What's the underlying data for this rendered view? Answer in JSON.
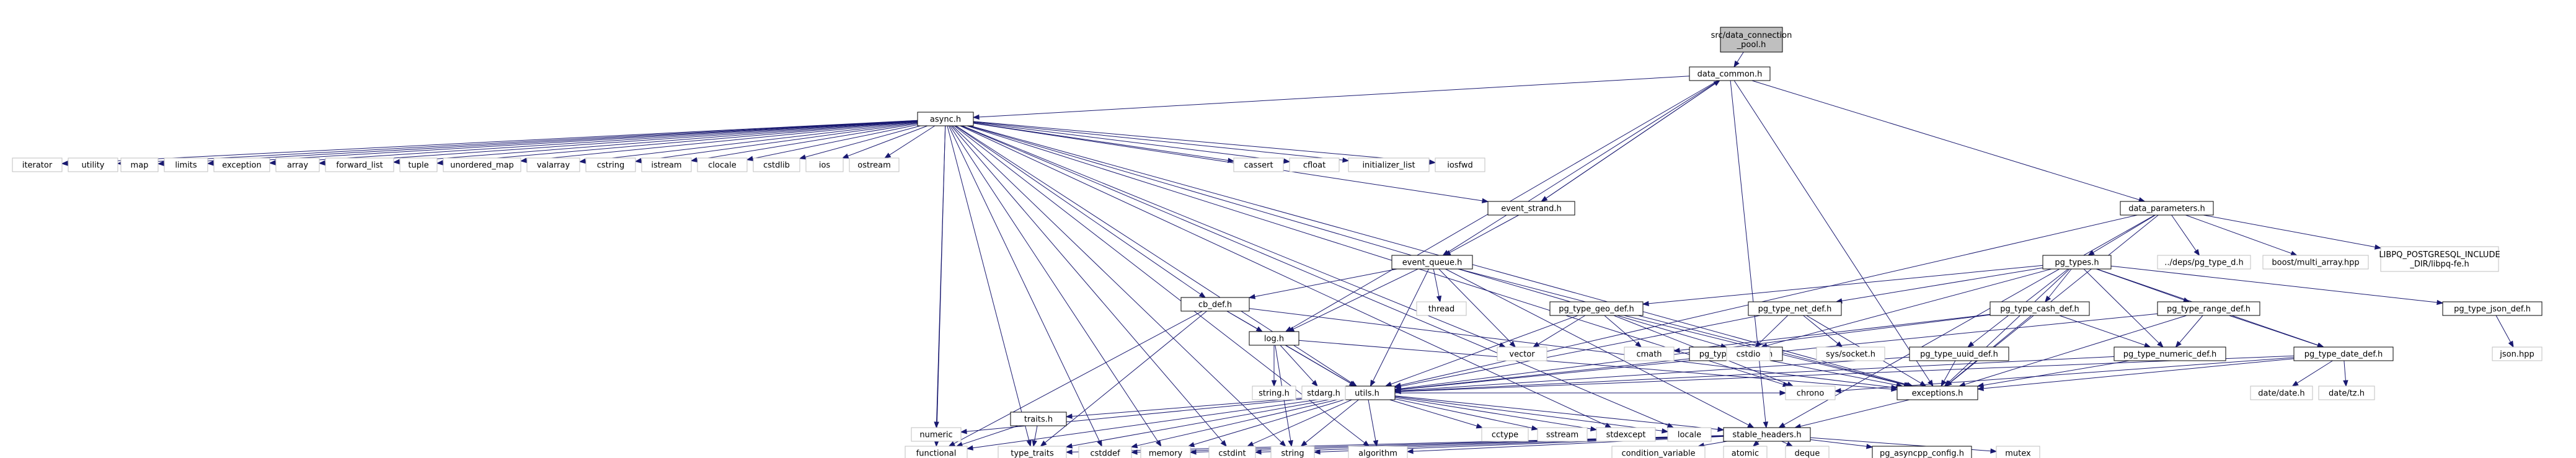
{
  "graph": {
    "colors": {
      "edge": "#191970",
      "node_fill": "#ffffff",
      "root_fill": "#bfbfbf",
      "external_border": "#bfbfbf",
      "file_border": "#000000"
    },
    "nodes": [
      {
        "id": "data_connection_pool",
        "lines": [
          "src/data_connection",
          "_pool.h"
        ],
        "kind": "root"
      },
      {
        "id": "data_common",
        "lines": [
          "data_common.h"
        ],
        "kind": "file"
      },
      {
        "id": "async",
        "lines": [
          "async.h"
        ],
        "kind": "file"
      },
      {
        "id": "event_strand",
        "lines": [
          "event_strand.h"
        ],
        "kind": "file"
      },
      {
        "id": "data_parameters",
        "lines": [
          "data_parameters.h"
        ],
        "kind": "file"
      },
      {
        "id": "event_queue",
        "lines": [
          "event_queue.h"
        ],
        "kind": "file"
      },
      {
        "id": "cb_def",
        "lines": [
          "cb_def.h"
        ],
        "kind": "file"
      },
      {
        "id": "log",
        "lines": [
          "log.h"
        ],
        "kind": "file"
      },
      {
        "id": "utils",
        "lines": [
          "utils.h"
        ],
        "kind": "file"
      },
      {
        "id": "exceptions",
        "lines": [
          "exceptions.h"
        ],
        "kind": "file"
      },
      {
        "id": "stable_headers",
        "lines": [
          "stable_headers.h"
        ],
        "kind": "file"
      },
      {
        "id": "traits",
        "lines": [
          "traits.h"
        ],
        "kind": "file"
      },
      {
        "id": "pg_types",
        "lines": [
          "pg_types.h"
        ],
        "kind": "file"
      },
      {
        "id": "pg_type_geo_def",
        "lines": [
          "pg_type_geo_def.h"
        ],
        "kind": "file"
      },
      {
        "id": "pg_type_net_def",
        "lines": [
          "pg_type_net_def.h"
        ],
        "kind": "file"
      },
      {
        "id": "pg_type_sys_def",
        "lines": [
          "pg_type_sys_def.h"
        ],
        "kind": "file"
      },
      {
        "id": "pg_type_uuid_def",
        "lines": [
          "pg_type_uuid_def.h"
        ],
        "kind": "file"
      },
      {
        "id": "pg_type_cash_def",
        "lines": [
          "pg_type_cash_def.h"
        ],
        "kind": "file"
      },
      {
        "id": "pg_type_range_def",
        "lines": [
          "pg_type_range_def.h"
        ],
        "kind": "file"
      },
      {
        "id": "pg_type_numeric_def",
        "lines": [
          "pg_type_numeric_def.h"
        ],
        "kind": "file"
      },
      {
        "id": "pg_type_date_def",
        "lines": [
          "pg_type_date_def.h"
        ],
        "kind": "file"
      },
      {
        "id": "pg_type_json_def",
        "lines": [
          "pg_type_json_def.h"
        ],
        "kind": "file"
      },
      {
        "id": "pg_asyncpp_config",
        "lines": [
          "pg_asyncpp_config.h"
        ],
        "kind": "file"
      },
      {
        "id": "iterator",
        "lines": [
          "iterator"
        ],
        "kind": "external"
      },
      {
        "id": "utility",
        "lines": [
          "utility"
        ],
        "kind": "external"
      },
      {
        "id": "map",
        "lines": [
          "map"
        ],
        "kind": "external"
      },
      {
        "id": "limits",
        "lines": [
          "limits"
        ],
        "kind": "external"
      },
      {
        "id": "exception",
        "lines": [
          "exception"
        ],
        "kind": "external"
      },
      {
        "id": "array",
        "lines": [
          "array"
        ],
        "kind": "external"
      },
      {
        "id": "forward_list",
        "lines": [
          "forward_list"
        ],
        "kind": "external"
      },
      {
        "id": "tuple",
        "lines": [
          "tuple"
        ],
        "kind": "external"
      },
      {
        "id": "unordered_map",
        "lines": [
          "unordered_map"
        ],
        "kind": "external"
      },
      {
        "id": "valarray",
        "lines": [
          "valarray"
        ],
        "kind": "external"
      },
      {
        "id": "cstring",
        "lines": [
          "cstring"
        ],
        "kind": "external"
      },
      {
        "id": "istream",
        "lines": [
          "istream"
        ],
        "kind": "external"
      },
      {
        "id": "clocale",
        "lines": [
          "clocale"
        ],
        "kind": "external"
      },
      {
        "id": "cstdlib",
        "lines": [
          "cstdlib"
        ],
        "kind": "external"
      },
      {
        "id": "ios",
        "lines": [
          "ios"
        ],
        "kind": "external"
      },
      {
        "id": "ostream",
        "lines": [
          "ostream"
        ],
        "kind": "external"
      },
      {
        "id": "cassert",
        "lines": [
          "cassert"
        ],
        "kind": "external"
      },
      {
        "id": "cfloat",
        "lines": [
          "cfloat"
        ],
        "kind": "external"
      },
      {
        "id": "initializer_list",
        "lines": [
          "initializer_list"
        ],
        "kind": "external"
      },
      {
        "id": "iosfwd",
        "lines": [
          "iosfwd"
        ],
        "kind": "external"
      },
      {
        "id": "deps_pg_type_d",
        "lines": [
          "../deps/pg_type_d.h"
        ],
        "kind": "external"
      },
      {
        "id": "boost_multi_array",
        "lines": [
          "boost/multi_array.hpp"
        ],
        "kind": "external"
      },
      {
        "id": "libpq_fe",
        "lines": [
          "LIBPQ_POSTGRESQL_INCLUDE",
          "_DIR/libpq-fe.h"
        ],
        "kind": "external"
      },
      {
        "id": "thread",
        "lines": [
          "thread"
        ],
        "kind": "external"
      },
      {
        "id": "vector",
        "lines": [
          "vector"
        ],
        "kind": "external"
      },
      {
        "id": "cmath",
        "lines": [
          "cmath"
        ],
        "kind": "external"
      },
      {
        "id": "cstdio",
        "lines": [
          "cstdio"
        ],
        "kind": "external"
      },
      {
        "id": "sys_socket",
        "lines": [
          "sys/socket.h"
        ],
        "kind": "external"
      },
      {
        "id": "json_hpp",
        "lines": [
          "json.hpp"
        ],
        "kind": "external"
      },
      {
        "id": "string_h",
        "lines": [
          "string.h"
        ],
        "kind": "external"
      },
      {
        "id": "stdarg_h",
        "lines": [
          "stdarg.h"
        ],
        "kind": "external"
      },
      {
        "id": "date_date",
        "lines": [
          "date/date.h"
        ],
        "kind": "external"
      },
      {
        "id": "date_tz",
        "lines": [
          "date/tz.h"
        ],
        "kind": "external"
      },
      {
        "id": "cctype",
        "lines": [
          "cctype"
        ],
        "kind": "external"
      },
      {
        "id": "sstream",
        "lines": [
          "sstream"
        ],
        "kind": "external"
      },
      {
        "id": "stdexcept",
        "lines": [
          "stdexcept"
        ],
        "kind": "external"
      },
      {
        "id": "locale",
        "lines": [
          "locale"
        ],
        "kind": "external"
      },
      {
        "id": "chrono",
        "lines": [
          "chrono"
        ],
        "kind": "external"
      },
      {
        "id": "numeric",
        "lines": [
          "numeric"
        ],
        "kind": "external"
      },
      {
        "id": "functional",
        "lines": [
          "functional"
        ],
        "kind": "external"
      },
      {
        "id": "type_traits",
        "lines": [
          "type_traits"
        ],
        "kind": "external"
      },
      {
        "id": "cstddef",
        "lines": [
          "cstddef"
        ],
        "kind": "external"
      },
      {
        "id": "memory",
        "lines": [
          "memory"
        ],
        "kind": "external"
      },
      {
        "id": "cstdint",
        "lines": [
          "cstdint"
        ],
        "kind": "external"
      },
      {
        "id": "string",
        "lines": [
          "string"
        ],
        "kind": "external"
      },
      {
        "id": "algorithm",
        "lines": [
          "algorithm"
        ],
        "kind": "external"
      },
      {
        "id": "condition_variable",
        "lines": [
          "condition_variable"
        ],
        "kind": "external"
      },
      {
        "id": "atomic",
        "lines": [
          "atomic"
        ],
        "kind": "external"
      },
      {
        "id": "deque",
        "lines": [
          "deque"
        ],
        "kind": "external"
      },
      {
        "id": "mutex",
        "lines": [
          "mutex"
        ],
        "kind": "external"
      }
    ],
    "edges": [
      [
        "data_connection_pool",
        "data_common"
      ],
      [
        "data_common",
        "async"
      ],
      [
        "data_common",
        "event_strand"
      ],
      [
        "data_common",
        "data_parameters"
      ],
      [
        "data_common",
        "event_queue"
      ],
      [
        "data_common",
        "log"
      ],
      [
        "data_common",
        "exceptions"
      ],
      [
        "data_common",
        "stable_headers"
      ],
      [
        "event_strand",
        "data_common"
      ],
      [
        "event_strand",
        "event_queue"
      ],
      [
        "async",
        "iterator"
      ],
      [
        "async",
        "utility"
      ],
      [
        "async",
        "map"
      ],
      [
        "async",
        "limits"
      ],
      [
        "async",
        "exception"
      ],
      [
        "async",
        "array"
      ],
      [
        "async",
        "forward_list"
      ],
      [
        "async",
        "tuple"
      ],
      [
        "async",
        "unordered_map"
      ],
      [
        "async",
        "valarray"
      ],
      [
        "async",
        "cstring"
      ],
      [
        "async",
        "istream"
      ],
      [
        "async",
        "clocale"
      ],
      [
        "async",
        "cstdlib"
      ],
      [
        "async",
        "ios"
      ],
      [
        "async",
        "ostream"
      ],
      [
        "async",
        "cassert"
      ],
      [
        "async",
        "cfloat"
      ],
      [
        "async",
        "initializer_list"
      ],
      [
        "async",
        "iosfwd"
      ],
      [
        "async",
        "event_strand"
      ],
      [
        "async",
        "cb_def"
      ],
      [
        "async",
        "vector"
      ],
      [
        "async",
        "cstdio"
      ],
      [
        "async",
        "exceptions"
      ],
      [
        "async",
        "utils"
      ],
      [
        "async",
        "numeric"
      ],
      [
        "async",
        "functional"
      ],
      [
        "async",
        "type_traits"
      ],
      [
        "async",
        "cstddef"
      ],
      [
        "async",
        "memory"
      ],
      [
        "async",
        "cstdint"
      ],
      [
        "async",
        "string"
      ],
      [
        "async",
        "algorithm"
      ],
      [
        "async",
        "stdexcept"
      ],
      [
        "async",
        "chrono"
      ],
      [
        "async",
        "locale"
      ],
      [
        "data_parameters",
        "pg_types"
      ],
      [
        "data_parameters",
        "deps_pg_type_d"
      ],
      [
        "data_parameters",
        "boost_multi_array"
      ],
      [
        "data_parameters",
        "libpq_fe"
      ],
      [
        "data_parameters",
        "utils"
      ],
      [
        "data_parameters",
        "exceptions"
      ],
      [
        "data_parameters",
        "stable_headers"
      ],
      [
        "event_queue",
        "cb_def"
      ],
      [
        "event_queue",
        "log"
      ],
      [
        "event_queue",
        "thread"
      ],
      [
        "event_queue",
        "vector"
      ],
      [
        "event_queue",
        "exceptions"
      ],
      [
        "event_queue",
        "utils"
      ],
      [
        "event_queue",
        "stable_headers"
      ],
      [
        "pg_types",
        "pg_type_geo_def"
      ],
      [
        "pg_types",
        "pg_type_net_def"
      ],
      [
        "pg_types",
        "pg_type_cash_def"
      ],
      [
        "pg_types",
        "pg_type_range_def"
      ],
      [
        "pg_types",
        "pg_type_json_def"
      ],
      [
        "pg_types",
        "pg_type_uuid_def"
      ],
      [
        "pg_types",
        "pg_type_sys_def"
      ],
      [
        "pg_types",
        "pg_type_numeric_def"
      ],
      [
        "pg_types",
        "pg_type_date_def"
      ],
      [
        "pg_types",
        "exceptions"
      ],
      [
        "pg_type_geo_def",
        "vector"
      ],
      [
        "pg_type_geo_def",
        "cmath"
      ],
      [
        "pg_type_geo_def",
        "utils"
      ],
      [
        "pg_type_geo_def",
        "exceptions"
      ],
      [
        "pg_type_geo_def",
        "chrono"
      ],
      [
        "pg_type_net_def",
        "cstdio"
      ],
      [
        "pg_type_net_def",
        "sys_socket"
      ],
      [
        "pg_type_net_def",
        "utils"
      ],
      [
        "pg_type_net_def",
        "exceptions"
      ],
      [
        "pg_type_cash_def",
        "cmath"
      ],
      [
        "pg_type_cash_def",
        "pg_type_numeric_def"
      ],
      [
        "pg_type_cash_def",
        "utils"
      ],
      [
        "pg_type_cash_def",
        "exceptions"
      ],
      [
        "pg_type_range_def",
        "pg_type_numeric_def"
      ],
      [
        "pg_type_range_def",
        "pg_type_date_def"
      ],
      [
        "pg_type_range_def",
        "exceptions"
      ],
      [
        "pg_type_range_def",
        "utils"
      ],
      [
        "pg_type_json_def",
        "json_hpp"
      ],
      [
        "pg_type_sys_def",
        "utils"
      ],
      [
        "pg_type_sys_def",
        "exceptions"
      ],
      [
        "pg_type_uuid_def",
        "utils"
      ],
      [
        "pg_type_uuid_def",
        "exceptions"
      ],
      [
        "pg_type_numeric_def",
        "utils"
      ],
      [
        "pg_type_numeric_def",
        "exceptions"
      ],
      [
        "pg_type_date_def",
        "date_date"
      ],
      [
        "pg_type_date_def",
        "date_tz"
      ],
      [
        "pg_type_date_def",
        "utils"
      ],
      [
        "pg_type_date_def",
        "exceptions"
      ],
      [
        "pg_type_date_def",
        "chrono"
      ],
      [
        "cb_def",
        "log"
      ],
      [
        "cb_def",
        "utils"
      ],
      [
        "cb_def",
        "exceptions"
      ],
      [
        "cb_def",
        "functional"
      ],
      [
        "cb_def",
        "type_traits"
      ],
      [
        "log",
        "string_h"
      ],
      [
        "log",
        "stdarg_h"
      ],
      [
        "log",
        "utils"
      ],
      [
        "log",
        "string"
      ],
      [
        "log",
        "exceptions"
      ],
      [
        "utils",
        "cctype"
      ],
      [
        "utils",
        "sstream"
      ],
      [
        "utils",
        "stdexcept"
      ],
      [
        "utils",
        "locale"
      ],
      [
        "utils",
        "chrono"
      ],
      [
        "utils",
        "numeric"
      ],
      [
        "utils",
        "traits"
      ],
      [
        "utils",
        "functional"
      ],
      [
        "utils",
        "type_traits"
      ],
      [
        "utils",
        "cstddef"
      ],
      [
        "utils",
        "memory"
      ],
      [
        "utils",
        "cstdint"
      ],
      [
        "utils",
        "string"
      ],
      [
        "utils",
        "algorithm"
      ],
      [
        "utils",
        "stable_headers"
      ],
      [
        "exceptions",
        "stable_headers"
      ],
      [
        "traits",
        "type_traits"
      ],
      [
        "traits",
        "functional"
      ],
      [
        "stable_headers",
        "memory"
      ],
      [
        "stable_headers",
        "cstddef"
      ],
      [
        "stable_headers",
        "cstdint"
      ],
      [
        "stable_headers",
        "string"
      ],
      [
        "stable_headers",
        "algorithm"
      ],
      [
        "stable_headers",
        "condition_variable"
      ],
      [
        "stable_headers",
        "atomic"
      ],
      [
        "stable_headers",
        "deque"
      ],
      [
        "stable_headers",
        "pg_asyncpp_config"
      ],
      [
        "stable_headers",
        "mutex"
      ],
      [
        "stable_headers",
        "type_traits"
      ]
    ]
  }
}
